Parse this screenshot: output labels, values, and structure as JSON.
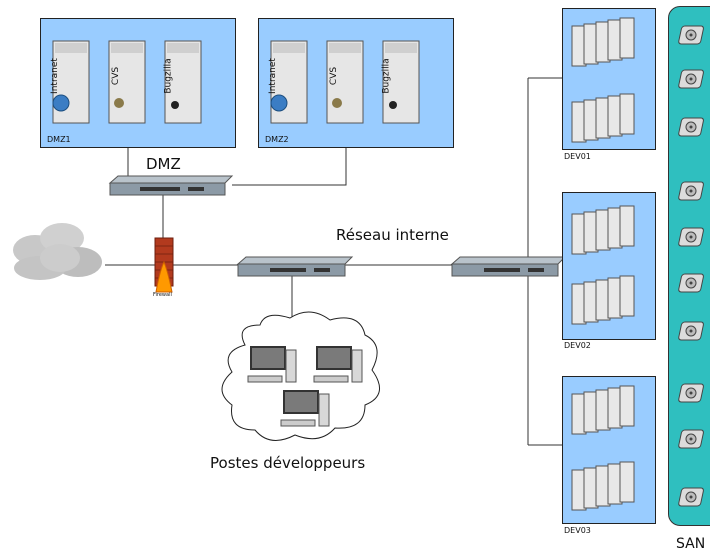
{
  "dmz_zones": [
    {
      "label": "DMZ1",
      "servers": [
        "Intranet",
        "CVS",
        "Bugzilla"
      ]
    },
    {
      "label": "DMZ2",
      "servers": [
        "Intranet",
        "CVS",
        "Bugzilla"
      ]
    }
  ],
  "labels": {
    "dmz": "DMZ",
    "internal_network": "Réseau interne",
    "firewall": "Firewall",
    "workstations": "Postes développeurs",
    "san": "SAN"
  },
  "dev_clusters": [
    {
      "label": "DEV01"
    },
    {
      "label": "DEV02"
    },
    {
      "label": "DEV03"
    }
  ],
  "colors": {
    "zone_fill": "#99ccff",
    "san_fill": "#2fbfbf",
    "switch": "#8c9aa6",
    "firewall": "#b23a1e",
    "flame": "#ff9900",
    "cloud": "#c8c8c8"
  },
  "icons": {
    "server": "server-tower-icon",
    "switch": "network-switch-icon",
    "firewall": "firewall-icon",
    "cloud": "internet-cloud-icon",
    "workstation": "desktop-computer-icon",
    "disk": "hard-disk-icon"
  }
}
